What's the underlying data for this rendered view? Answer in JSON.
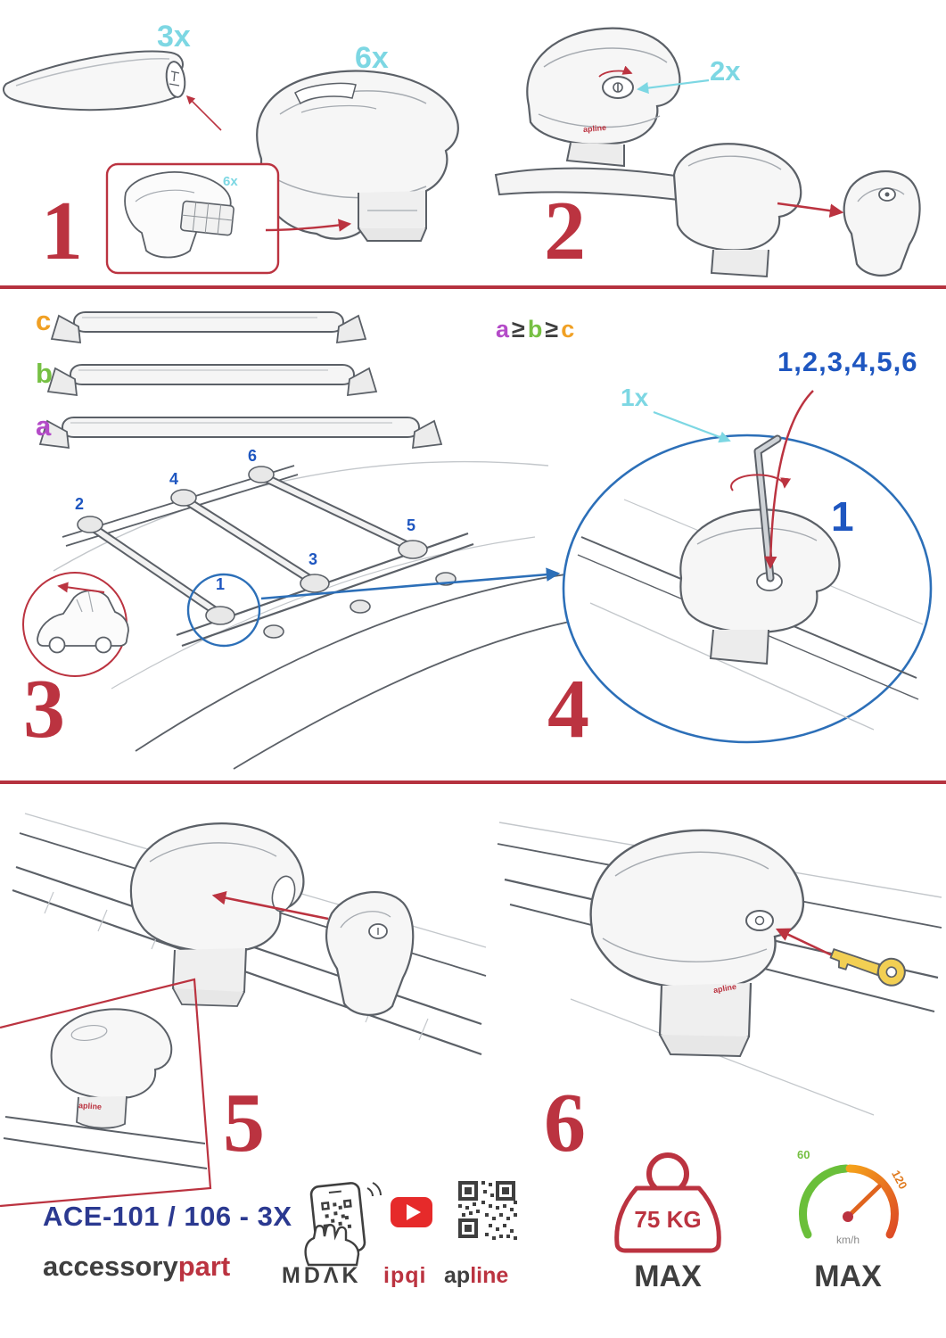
{
  "colors": {
    "red": "#bb3340",
    "cyan": "#7dd7e3",
    "blue": "#1e56c0",
    "diagram_blue": "#2c6fb8",
    "navy": "#2b3990",
    "purple": "#b44bc8",
    "green": "#76c043",
    "orange": "#f0a024",
    "dark": "#3f3f3f",
    "youtube_red": "#e62a2a",
    "key_yellow": "#f2cf53"
  },
  "step1": {
    "number": "1",
    "bar_qty": "3x",
    "foot_qty": "6x",
    "pad_qty": "6x"
  },
  "step2": {
    "number": "2",
    "lock_qty": "2x",
    "foot_logo": "apline"
  },
  "step3": {
    "number": "3",
    "label_a": "a",
    "label_b": "b",
    "label_c": "c",
    "rule_a": "a",
    "rule_ge1": "≥",
    "rule_b": "b",
    "rule_ge2": "≥",
    "rule_c": "c",
    "positions": [
      "1",
      "2",
      "3",
      "4",
      "5",
      "6"
    ]
  },
  "step4": {
    "number": "4",
    "sequence": "1,2,3,4,5,6",
    "tool_qty": "1x",
    "first_position": "1"
  },
  "step5": {
    "number": "5",
    "foot_logo": "apline"
  },
  "step6": {
    "number": "6",
    "foot_logo": "apline"
  },
  "footer": {
    "model": "ACE-101 / 106 - 3X",
    "brand_accessory": "accessory",
    "brand_part": "part",
    "brand_mdak": "MDΛK",
    "brand_ipqi": "ipqi",
    "brand_ap": "ap",
    "brand_line": "line",
    "weight_limit": "75 KG",
    "weight_max": "MAX",
    "speed_low": "60",
    "speed_high": "120",
    "speed_unit": "km/h",
    "speed_max": "MAX"
  }
}
